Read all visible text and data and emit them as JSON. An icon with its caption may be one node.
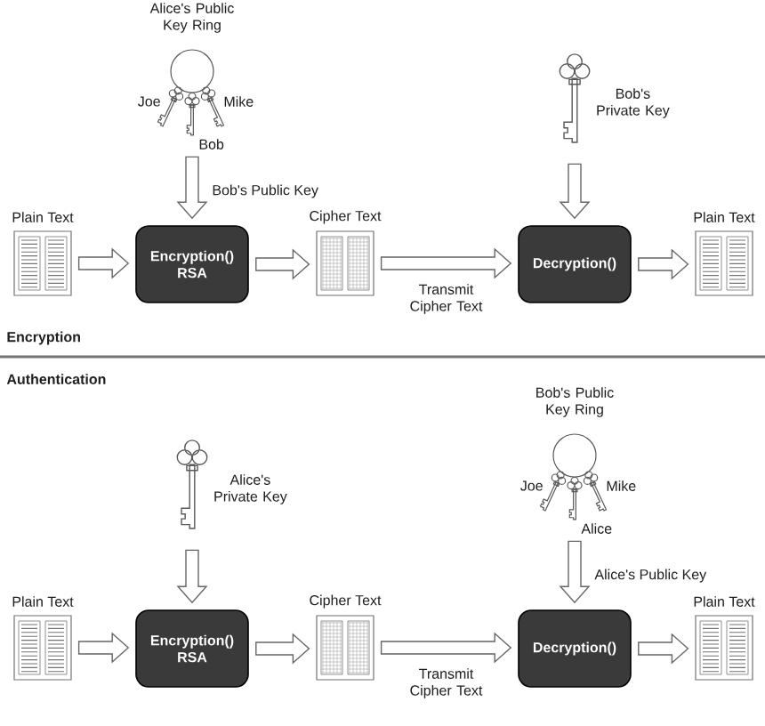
{
  "diagram": {
    "nodes": [
      {
        "text": [
          "Alice's Public Key Ring",
          "Joe",
          "Mike",
          "Bob"
        ]
      },
      {
        "text": [
          "Bob's Private Key"
        ]
      },
      {
        "text": [
          "Plain Text"
        ]
      },
      {
        "text": [
          "Encryption()",
          "RSA"
        ]
      },
      {
        "text": [
          "Cipher Text"
        ]
      },
      {
        "text": [
          "Decryption()"
        ]
      },
      {
        "text": [
          "Plain Text"
        ]
      },
      {
        "text": [
          "Alice's Private Key"
        ]
      },
      {
        "text": [
          "Bob's Public Key Ring",
          "Joe",
          "Mike",
          "Alice"
        ]
      },
      {
        "text": [
          "Plain Text"
        ]
      },
      {
        "text": [
          "Encryption()",
          "RSA"
        ]
      },
      {
        "text": [
          "Cipher Text"
        ]
      },
      {
        "text": [
          "Decryption()"
        ]
      },
      {
        "text": [
          "Plain Text"
        ]
      }
    ],
    "edges": [
      {
        "from": 0,
        "to": 3,
        "arrow": "to",
        "label": "Bob's Public Key"
      },
      {
        "from": 1,
        "to": 5,
        "arrow": "to"
      },
      {
        "from": 2,
        "to": 3,
        "arrow": "to"
      },
      {
        "from": 3,
        "to": 4,
        "arrow": "to"
      },
      {
        "from": 4,
        "to": 5,
        "arrow": "to",
        "label": "Transmit Cipher Text"
      },
      {
        "from": 5,
        "to": 6,
        "arrow": "to"
      },
      {
        "from": 7,
        "to": 10,
        "arrow": "to"
      },
      {
        "from": 8,
        "to": 12,
        "arrow": "to",
        "label": "Alice's Public Key"
      },
      {
        "from": 9,
        "to": 10,
        "arrow": "to"
      },
      {
        "from": 10,
        "to": 11,
        "arrow": "to"
      },
      {
        "from": 11,
        "to": 12,
        "arrow": "to",
        "label": "Transmit Cipher Text"
      },
      {
        "from": 12,
        "to": 13,
        "arrow": "to"
      }
    ],
    "labels": [
      "Encryption",
      "Authentication"
    ]
  }
}
